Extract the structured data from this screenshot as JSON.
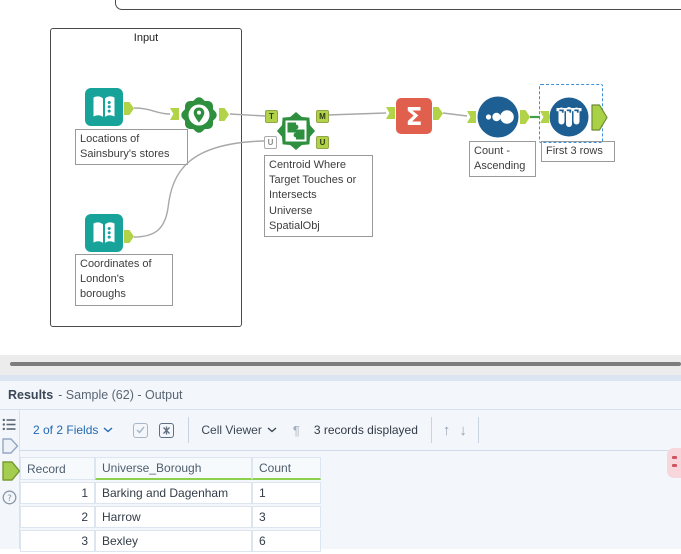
{
  "canvas": {
    "input_container_label": "Input",
    "tools": {
      "input1": {
        "icon": "input-data-book",
        "annotation_lines": [
          "Locations of",
          "Sainsbury's stores"
        ]
      },
      "input2": {
        "icon": "input-data-book",
        "annotation_lines": [
          "Coordinates of",
          "London's",
          "boroughs"
        ]
      },
      "create_points": {
        "icon": "map-pin-badge"
      },
      "spatial_match": {
        "icon": "puzzle-star",
        "annotation_lines": [
          "Centroid Where",
          "Target Touches or",
          "Intersects",
          "Universe",
          "SpatialObj"
        ],
        "anchors": {
          "t": "T",
          "u_in": "U",
          "m": "M",
          "u_out": "U"
        }
      },
      "summarize": {
        "icon": "sigma-badge",
        "glyph": "Σ"
      },
      "sort": {
        "icon": "ascending-dots-circle",
        "annotation_lines": [
          "Count -",
          "Ascending"
        ]
      },
      "sample": {
        "icon": "test-tubes-circle",
        "annotation_lines": [
          "First 3 rows"
        ],
        "selected": true
      }
    }
  },
  "results": {
    "title": "Results",
    "subtitle": "- Sample (62) - Output",
    "toolbar": {
      "fields_label": "2 of 2 Fields",
      "cell_viewer_label": "Cell Viewer",
      "records_label": "3 records displayed",
      "pilcrow": "¶",
      "up_arrow": "↑",
      "down_arrow": "↓"
    },
    "table": {
      "columns": [
        "Record",
        "Universe_Borough",
        "Count"
      ],
      "rows": [
        [
          "1",
          "Barking and Dagenham",
          "1"
        ],
        [
          "2",
          "Harrow",
          "3"
        ],
        [
          "3",
          "Bexley",
          "6"
        ]
      ]
    }
  },
  "colors": {
    "teal_tool": "#18a39a",
    "green_tool": "#2e8f3e",
    "blue_tool": "#1d5f92",
    "salmon_tool": "#e0604d",
    "anchor_green": "#b2d348",
    "wire_gray": "#a8a8a8",
    "wire_green": "#43a047",
    "selection_blue": "#3d8fd9",
    "link_blue": "#2368b0",
    "header_underline_green": "#8bd14c",
    "panel_bg": "#f3f7fb"
  }
}
